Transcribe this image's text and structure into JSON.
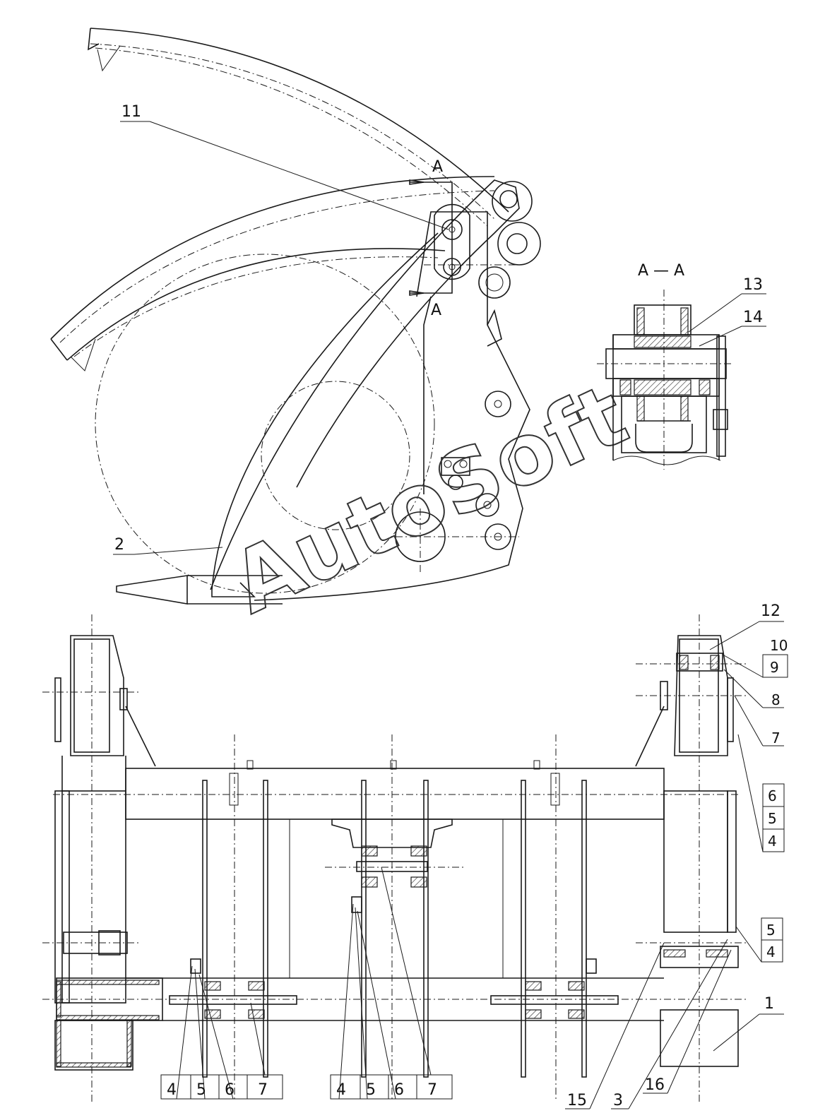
{
  "section": {
    "marker": "A",
    "title": "A — A",
    "callouts": [
      "13",
      "14"
    ]
  },
  "side_view": {
    "callouts": [
      "11",
      "2"
    ]
  },
  "front_view": {
    "right_callouts": [
      "12",
      "10",
      "9",
      "8",
      "7",
      "6",
      "5",
      "4",
      "5",
      "4",
      "1"
    ],
    "bottom_callouts": [
      "4",
      "5",
      "6",
      "7",
      "4",
      "5",
      "6",
      "7",
      "15",
      "3",
      "16"
    ]
  },
  "watermark": "AutoSoft"
}
